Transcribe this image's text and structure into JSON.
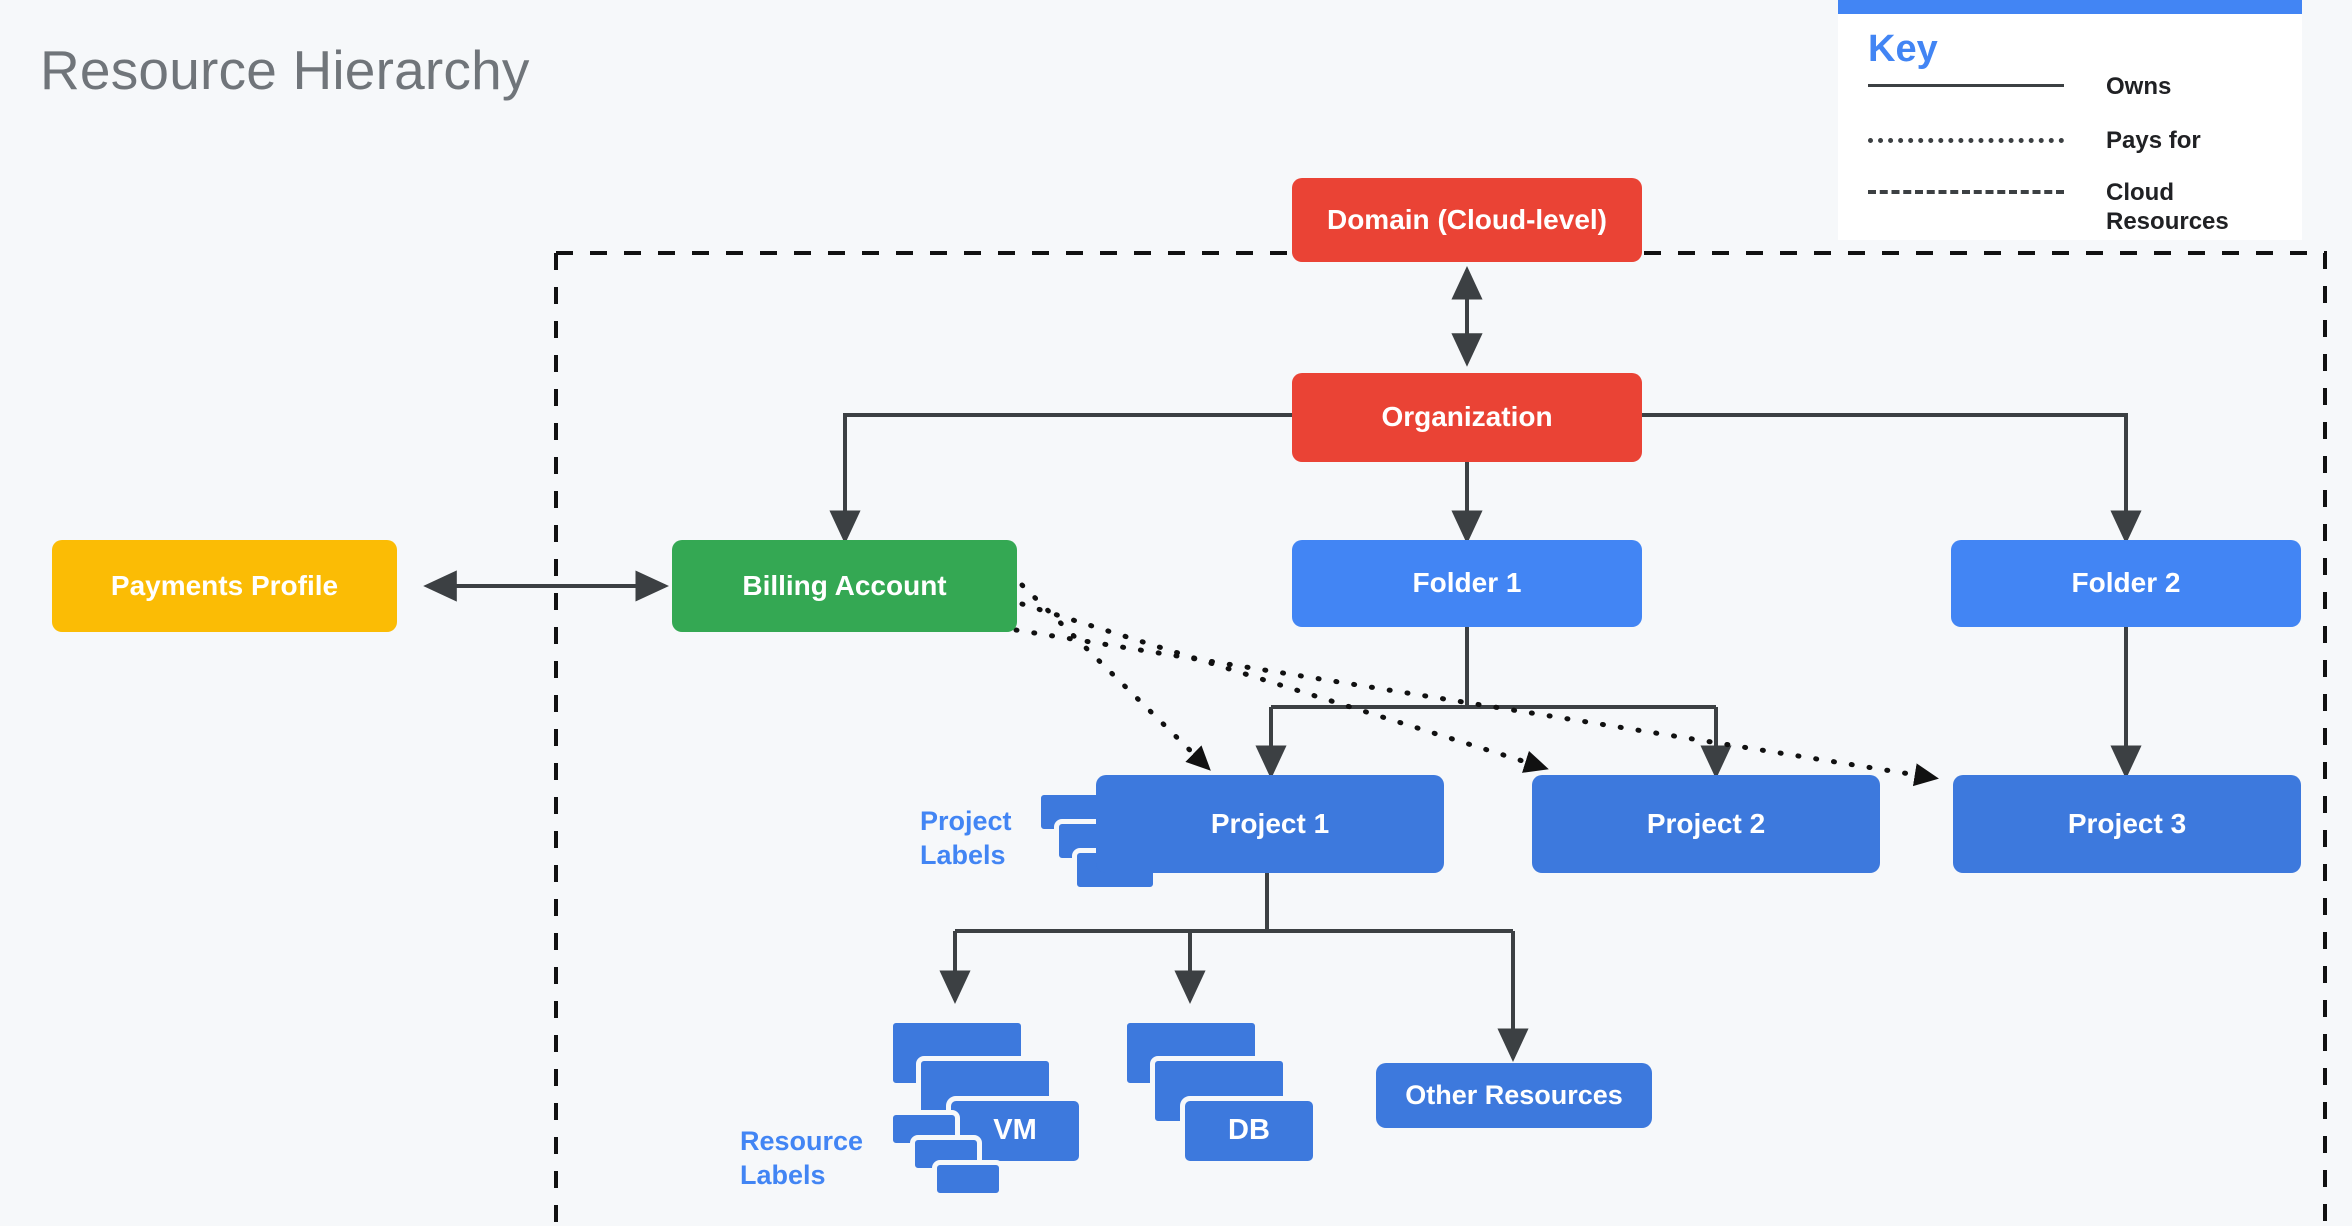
{
  "page": {
    "title": "Resource Hierarchy",
    "background_color": "#f6f8fa"
  },
  "colors": {
    "red": "#ea4335",
    "green": "#34a853",
    "yellow": "#fbbc05",
    "blue": "#4285f4",
    "project_blue": "#3d79dd",
    "line": "#3c4043",
    "title_gray": "#70757a"
  },
  "key": {
    "title": "Key",
    "entries": [
      {
        "style": "solid",
        "label": "Owns"
      },
      {
        "style": "dotted",
        "label": "Pays for"
      },
      {
        "style": "dashed",
        "label": "Cloud\nResources"
      }
    ]
  },
  "nodes": {
    "domain": "Domain (Cloud-level)",
    "organization": "Organization",
    "payments_profile": "Payments Profile",
    "billing_account": "Billing Account",
    "folder1": "Folder 1",
    "folder2": "Folder 2",
    "project1": "Project 1",
    "project2": "Project 2",
    "project3": "Project 3",
    "vm": "VM",
    "db": "DB",
    "other_resources": "Other Resources"
  },
  "captions": {
    "project_labels": "Project\nLabels",
    "resource_labels": "Resource\nLabels"
  },
  "chart_data": {
    "type": "diagram",
    "title": "Resource Hierarchy",
    "edges": [
      {
        "from": "Organization",
        "to": "Domain (Cloud-level)",
        "style": "solid",
        "arrows": "both"
      },
      {
        "from": "Organization",
        "to": "Billing Account",
        "style": "solid",
        "arrows": "to"
      },
      {
        "from": "Organization",
        "to": "Folder 1",
        "style": "solid",
        "arrows": "to"
      },
      {
        "from": "Organization",
        "to": "Folder 2",
        "style": "solid",
        "arrows": "to"
      },
      {
        "from": "Payments Profile",
        "to": "Billing Account",
        "style": "solid",
        "arrows": "both"
      },
      {
        "from": "Folder 1",
        "to": "Project 1",
        "style": "solid",
        "arrows": "to"
      },
      {
        "from": "Folder 1",
        "to": "Project 2",
        "style": "solid",
        "arrows": "to"
      },
      {
        "from": "Folder 2",
        "to": "Project 3",
        "style": "solid",
        "arrows": "to"
      },
      {
        "from": "Billing Account",
        "to": "Project 1",
        "style": "dotted",
        "arrows": "to"
      },
      {
        "from": "Billing Account",
        "to": "Project 2",
        "style": "dotted",
        "arrows": "to"
      },
      {
        "from": "Billing Account",
        "to": "Project 3",
        "style": "dotted",
        "arrows": "to"
      },
      {
        "from": "Project 1",
        "to": "VM",
        "style": "solid",
        "arrows": "to"
      },
      {
        "from": "Project 1",
        "to": "DB",
        "style": "solid",
        "arrows": "to"
      },
      {
        "from": "Project 1",
        "to": "Other Resources",
        "style": "solid",
        "arrows": "to"
      }
    ],
    "boundary": "Cloud Resources (dashed enclosure)"
  }
}
